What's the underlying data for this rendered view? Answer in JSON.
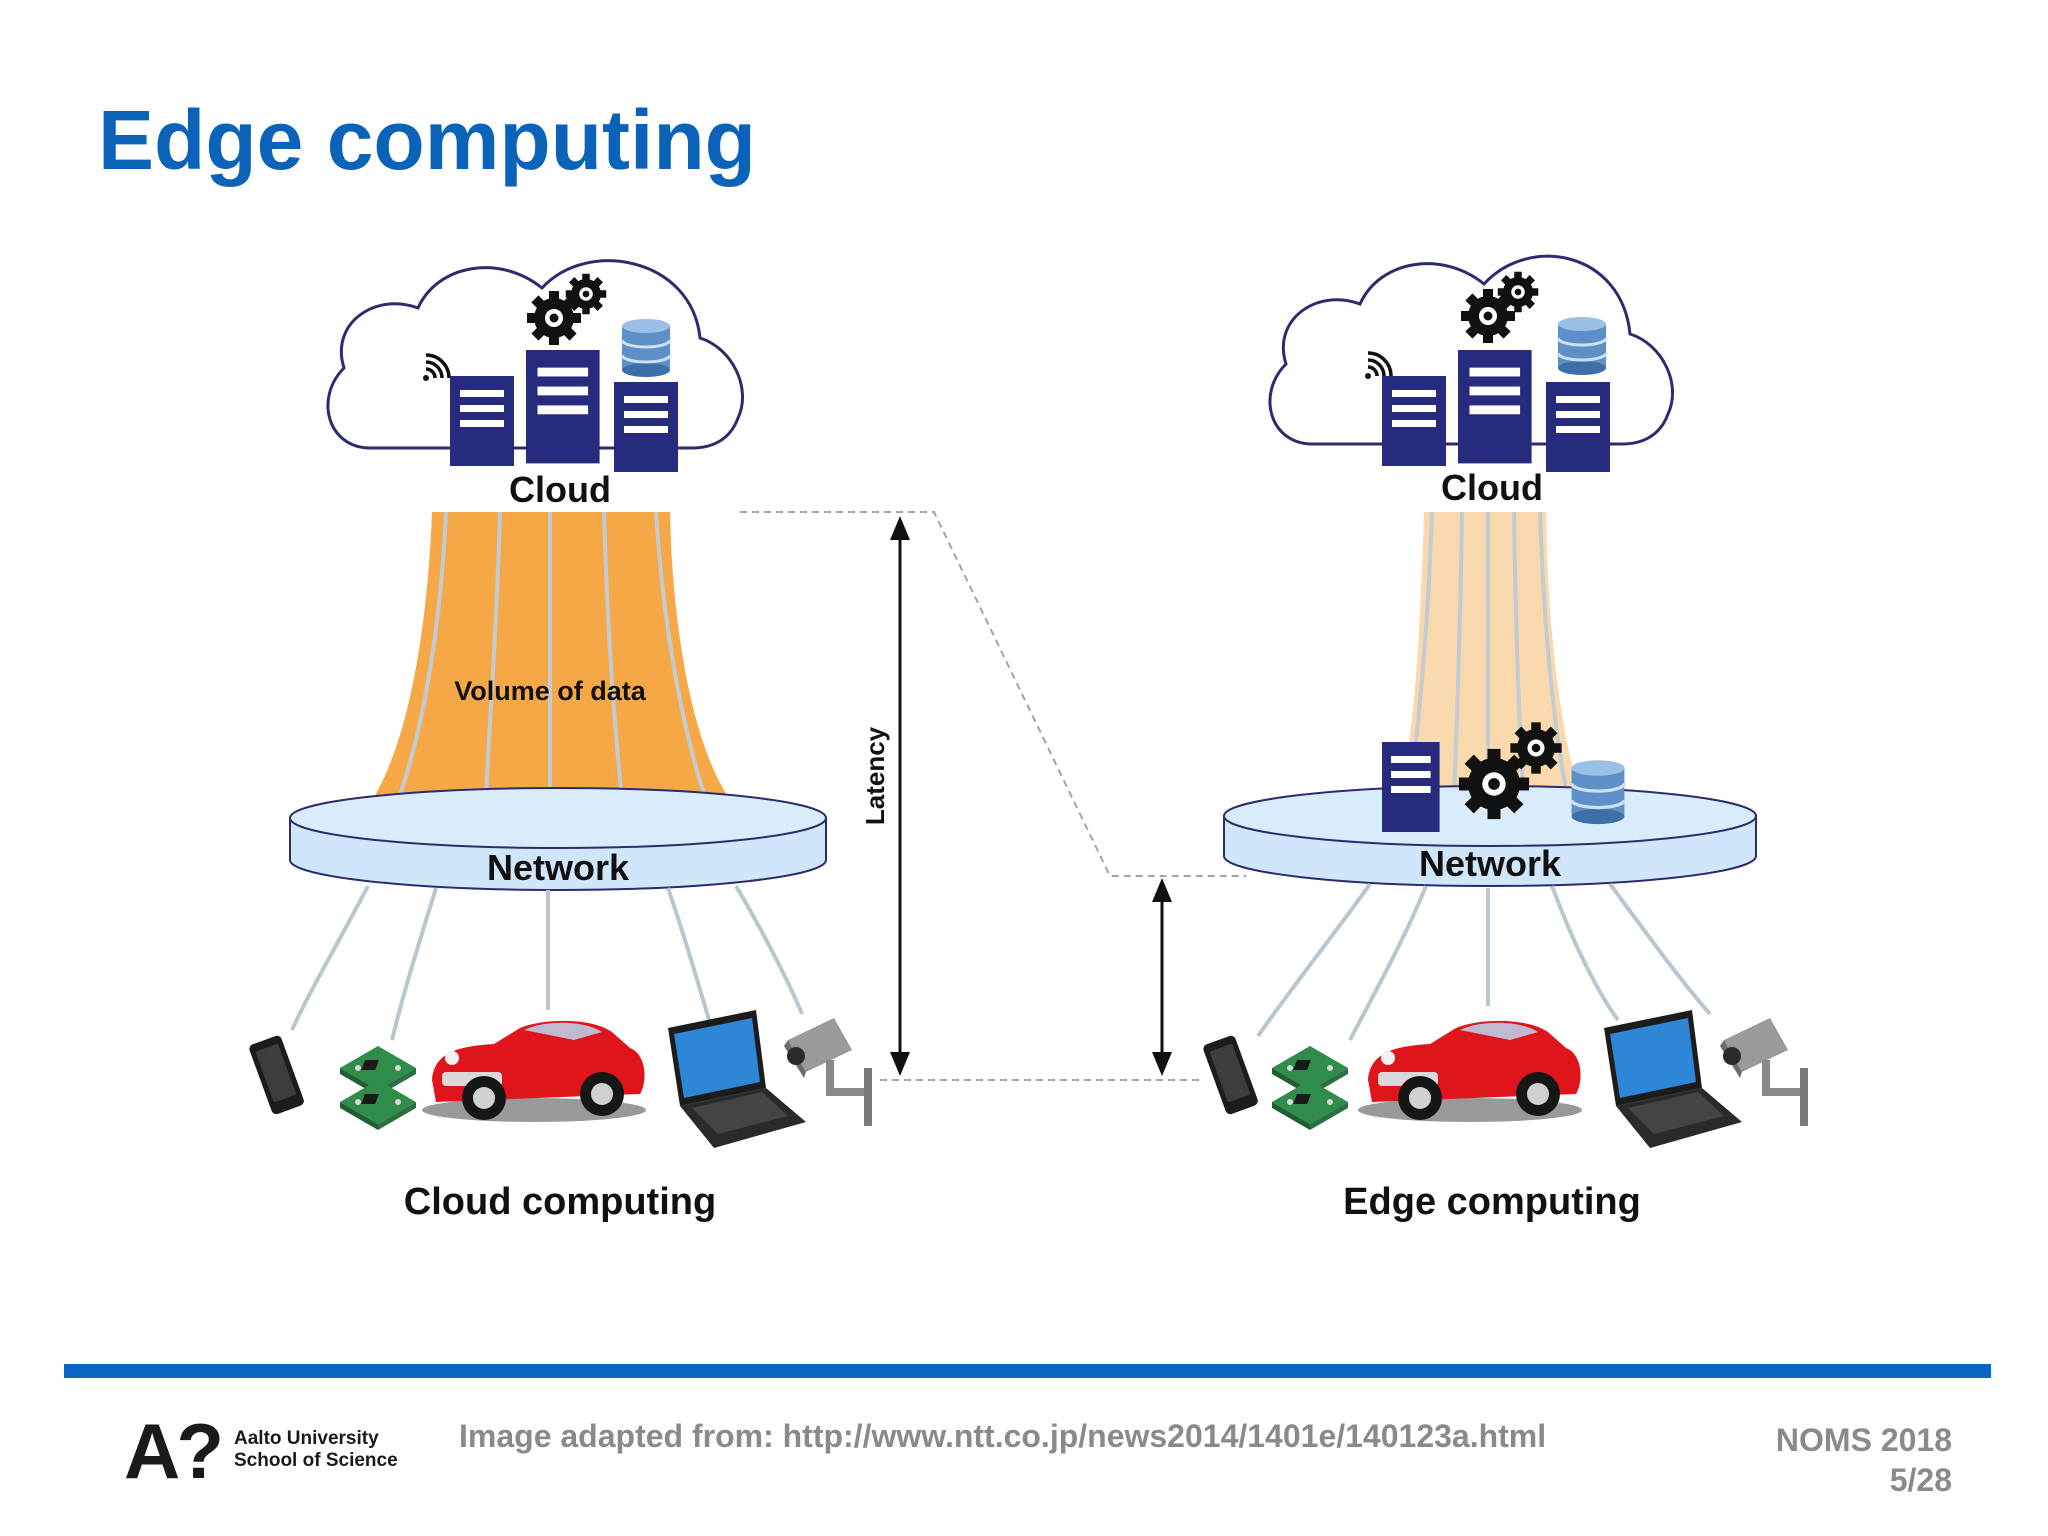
{
  "slide": {
    "title": "Edge computing",
    "accent_color": "#0a63b8",
    "footer_rule_color": "#0b66c3"
  },
  "diagram": {
    "left_panel": {
      "cloud_label": "Cloud",
      "data_flow_label": "Volume of data",
      "network_label": "Network",
      "caption": "Cloud computing",
      "flow_color": "#f5a845"
    },
    "right_panel": {
      "cloud_label": "Cloud",
      "network_label": "Network",
      "caption": "Edge computing",
      "flow_color": "#fad9ad"
    },
    "latency_label": "Latency",
    "devices": [
      "smartphone-icon",
      "circuit-board-icon",
      "red-car-icon",
      "laptop-icon",
      "security-camera-icon"
    ],
    "cloud_icons": [
      "wifi-icon",
      "gears-icon",
      "database-icon",
      "server-rack-icon"
    ],
    "colors": {
      "server": "#262b7d",
      "network_disk": "#cfe6fb",
      "cloud_outline": "#2b2b6e"
    }
  },
  "footer": {
    "logo_mark": "A?",
    "logo_name": "Aalto University",
    "logo_school": "School of Science",
    "credit": "Image adapted from: http://www.ntt.co.jp/news2014/1401e/140123a.html",
    "conference": "NOMS 2018",
    "page": "5/28"
  }
}
